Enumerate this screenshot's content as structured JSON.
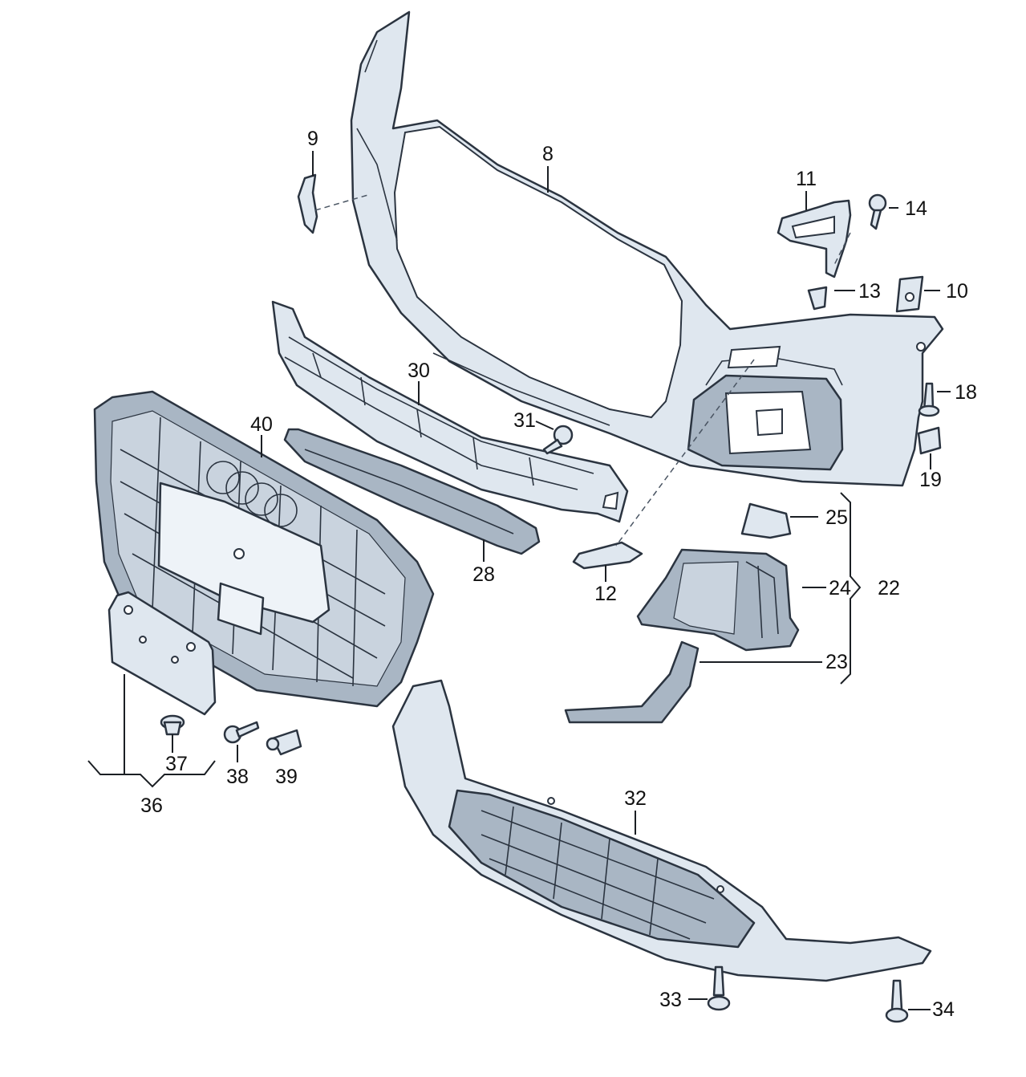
{
  "callouts": {
    "c8": "8",
    "c9": "9",
    "c10": "10",
    "c11": "11",
    "c12": "12",
    "c13": "13",
    "c14": "14",
    "c18": "18",
    "c19": "19",
    "c22": "22",
    "c23": "23",
    "c24": "24",
    "c25": "25",
    "c28": "28",
    "c30": "30",
    "c31": "31",
    "c32": "32",
    "c33": "33",
    "c34": "34",
    "c36": "36",
    "c37": "37",
    "c38": "38",
    "c39": "39",
    "c40": "40"
  },
  "colors": {
    "part_fill": "#dfe7ef",
    "part_stroke": "#2b3440",
    "background": "#ffffff"
  }
}
